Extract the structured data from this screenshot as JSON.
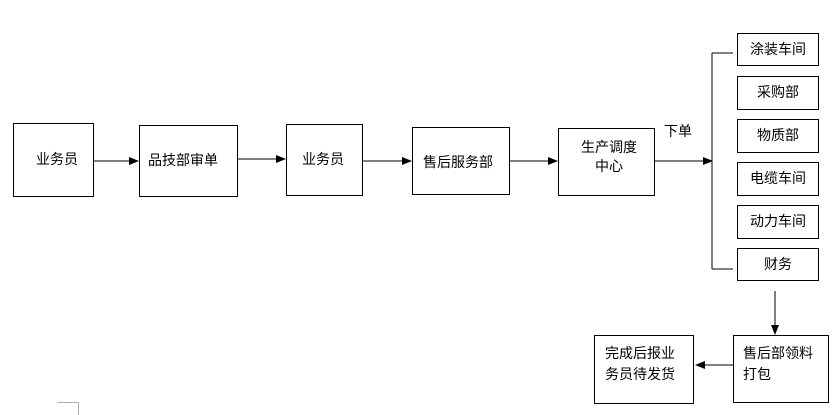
{
  "diagram": {
    "main_flow": [
      {
        "id": "n1",
        "label": "业务员"
      },
      {
        "id": "n2",
        "label": "品技部审单"
      },
      {
        "id": "n3",
        "label": "业务员"
      },
      {
        "id": "n4",
        "label": "售后服务部"
      },
      {
        "id": "n5",
        "label": "生产调度\n中心"
      }
    ],
    "dispatch_label": "下单",
    "targets": [
      {
        "id": "t1",
        "label": "涂装车间"
      },
      {
        "id": "t2",
        "label": "采购部"
      },
      {
        "id": "t3",
        "label": "物质部"
      },
      {
        "id": "t4",
        "label": "电缆车间"
      },
      {
        "id": "t5",
        "label": "动力车间"
      },
      {
        "id": "t6",
        "label": "财务"
      }
    ],
    "packing": {
      "label": "售后部领料\n打包"
    },
    "final": {
      "label": "完成后报业\n务员待发货"
    }
  }
}
